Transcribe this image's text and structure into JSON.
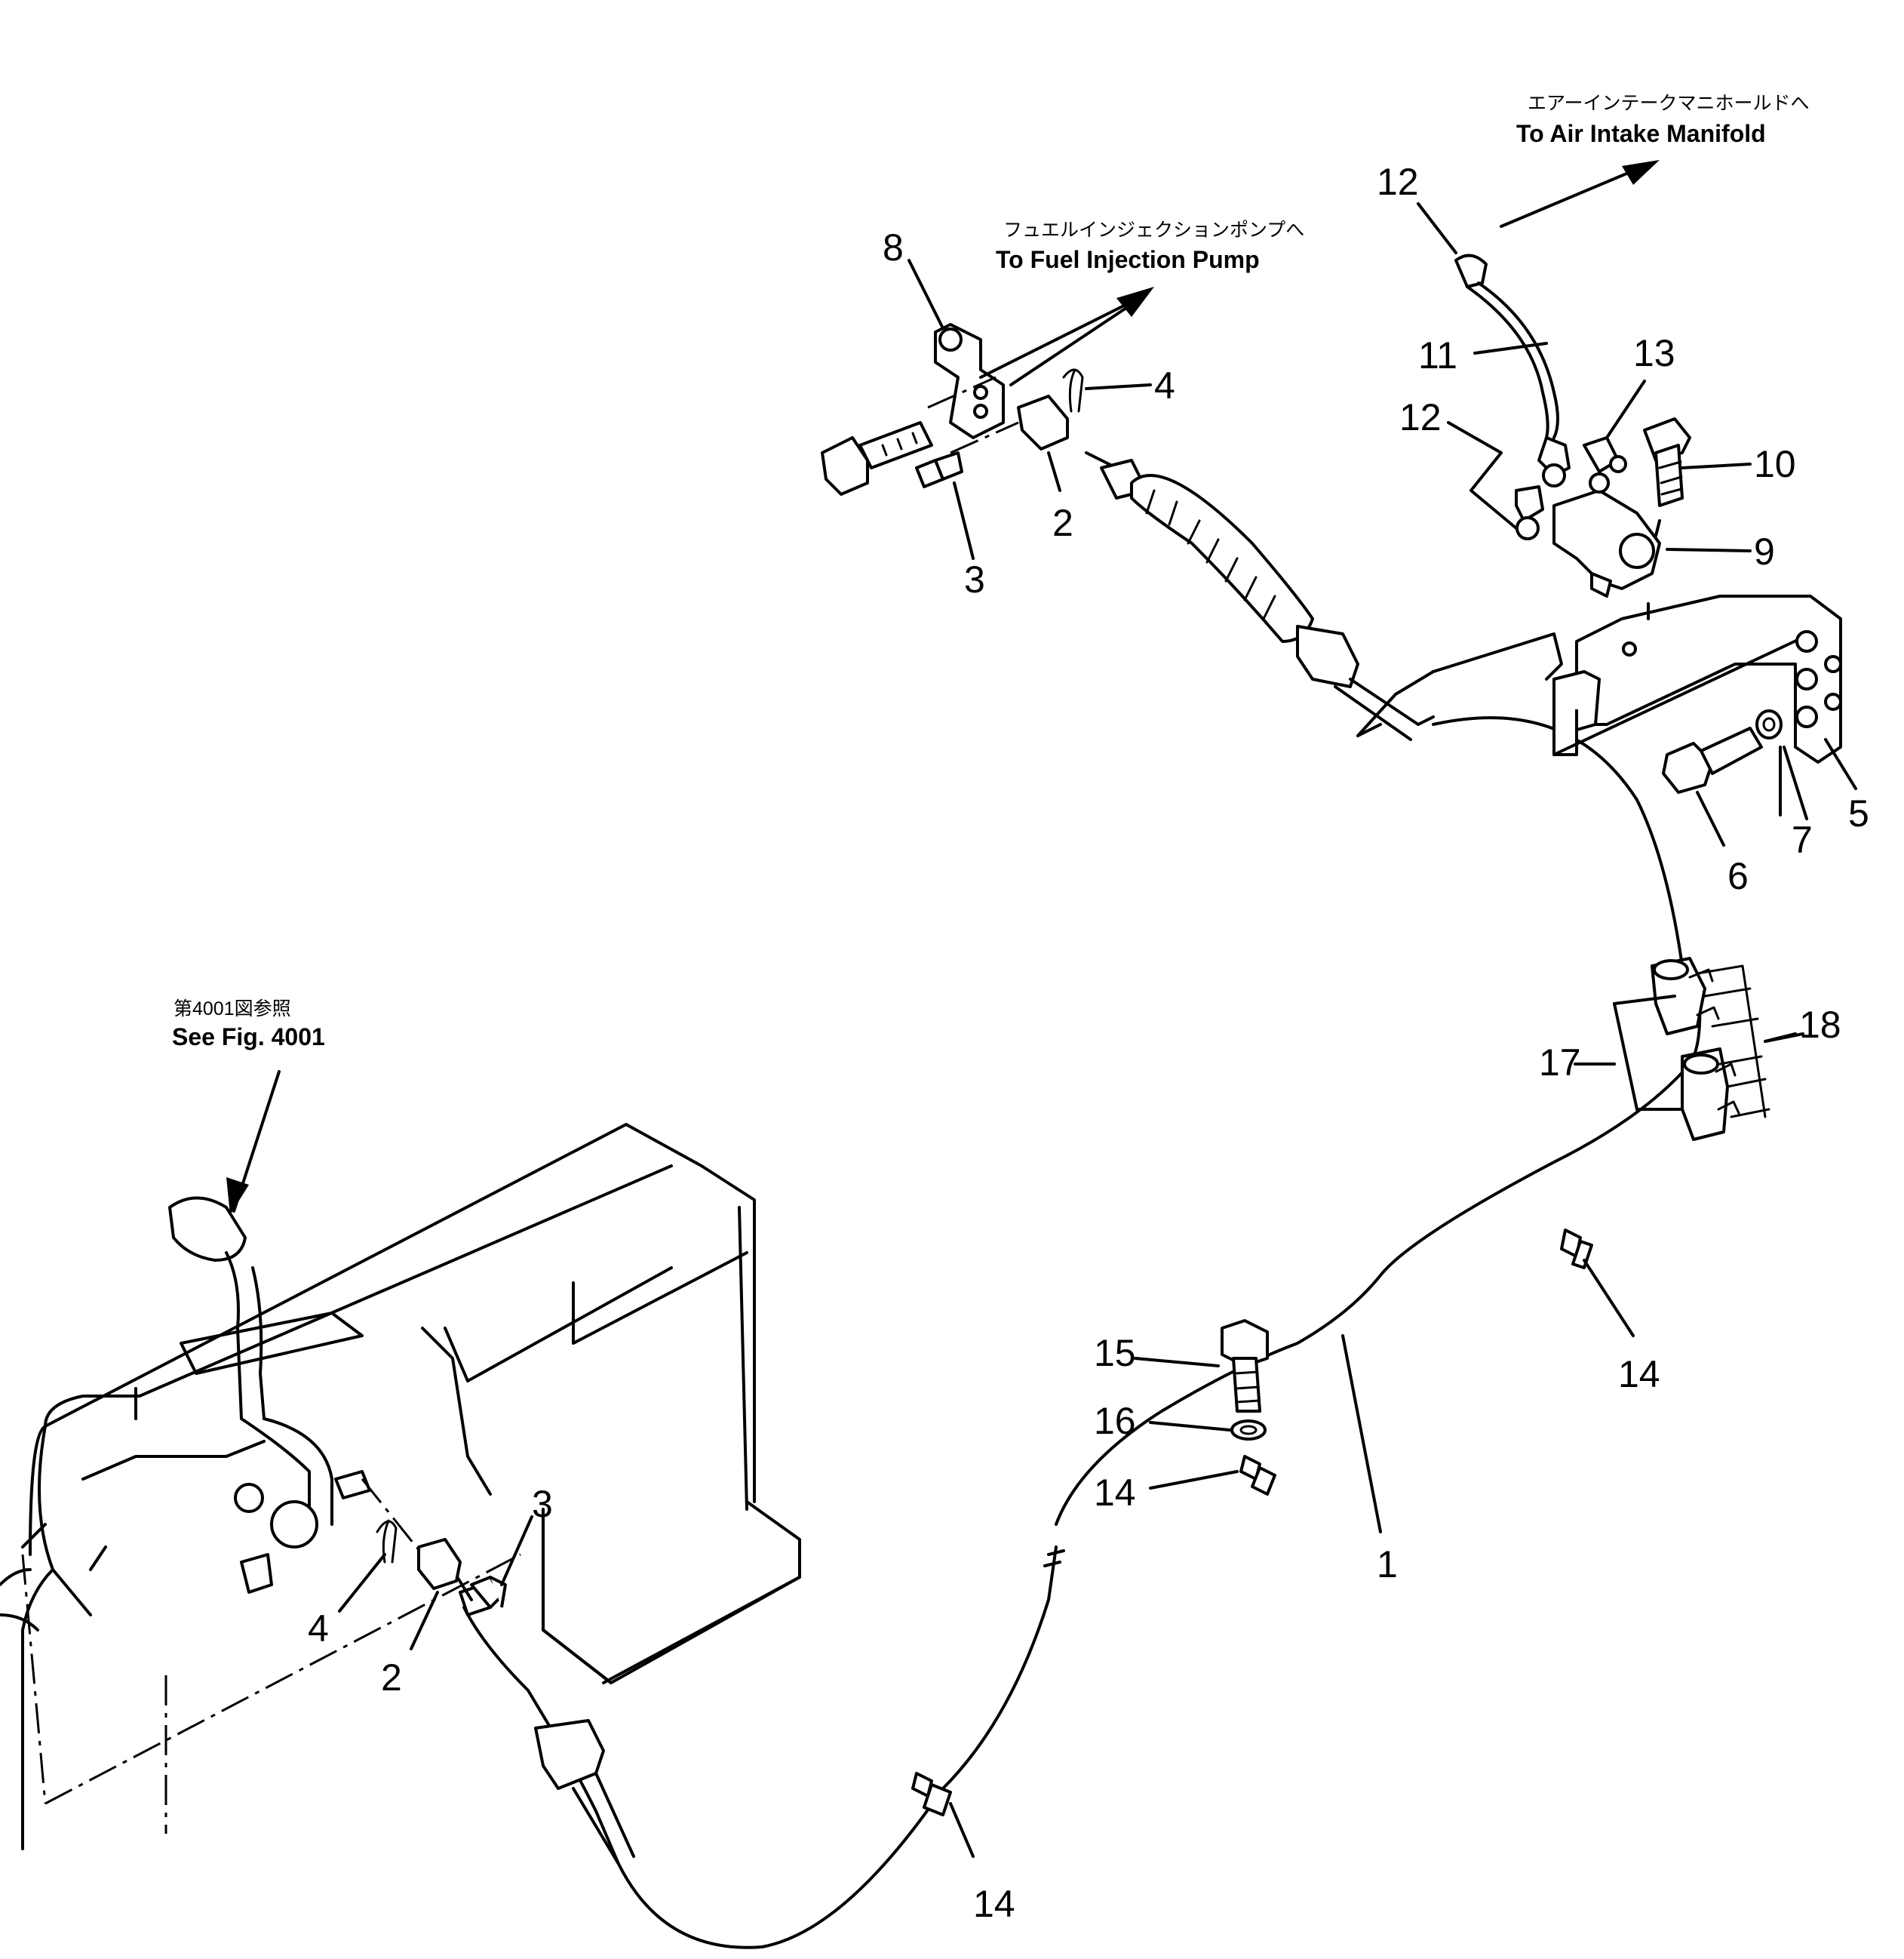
{
  "callouts": {
    "c1": "1",
    "c2a": "2",
    "c2b": "2",
    "c3a": "3",
    "c3b": "3",
    "c4a": "4",
    "c4b": "4",
    "c5": "5",
    "c6": "6",
    "c7": "7",
    "c8": "8",
    "c9": "9",
    "c10": "10",
    "c11": "11",
    "c12a": "12",
    "c12b": "12",
    "c13": "13",
    "c14a": "14",
    "c14b": "14",
    "c14c": "14",
    "c15": "15",
    "c16": "16",
    "c17": "17",
    "c18": "18"
  },
  "destinations": {
    "air_intake_jp": "エアーインテークマニホールドへ",
    "air_intake_en": "To Air Intake Manifold",
    "fuel_pump_jp": "フュエルインジェクションポンプへ",
    "fuel_pump_en": "To Fuel Injection Pump",
    "see_fig_jp": "第4001図参照",
    "see_fig_en": "See Fig. 4001"
  }
}
